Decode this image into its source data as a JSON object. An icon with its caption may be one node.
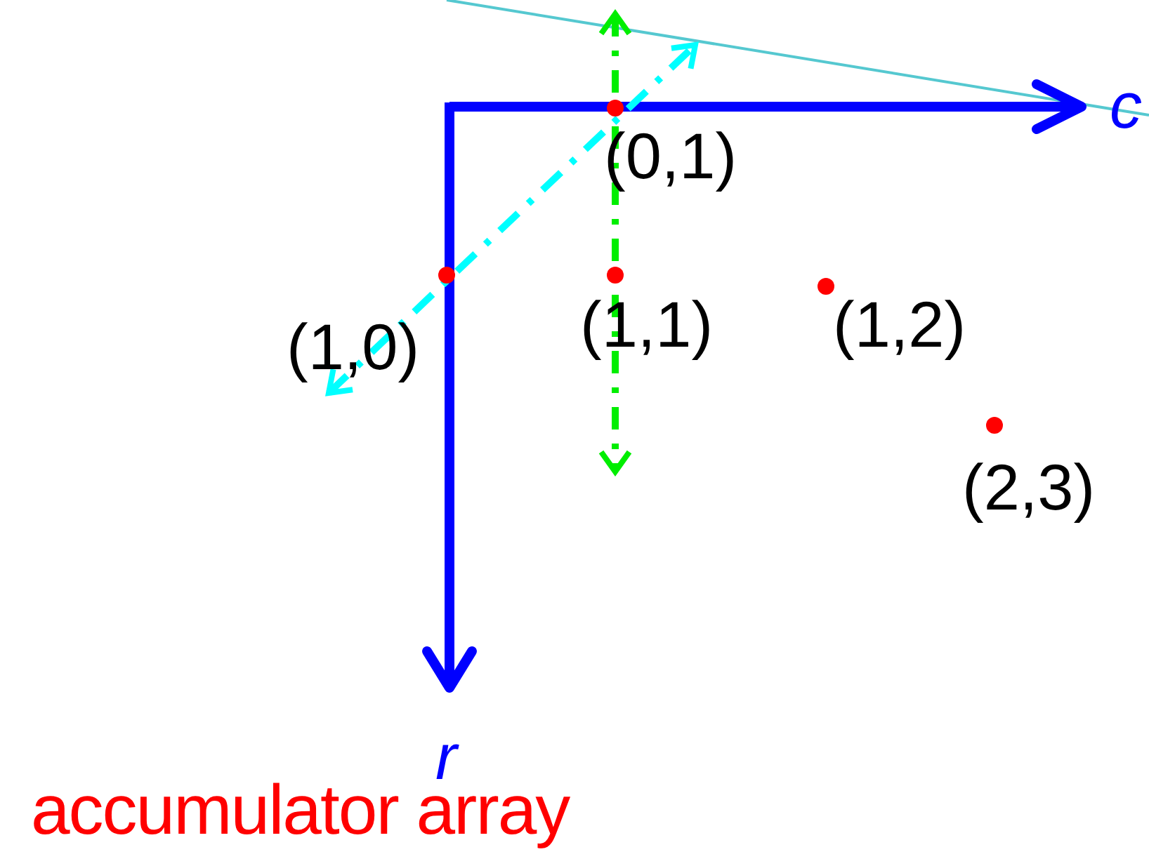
{
  "diagram": {
    "labels": [
      "c",
      "(0,1)",
      "(1,0)",
      "(1,1)",
      "(1,2)",
      "(2,3)",
      "r"
    ],
    "caption": "accumulator array"
  }
}
